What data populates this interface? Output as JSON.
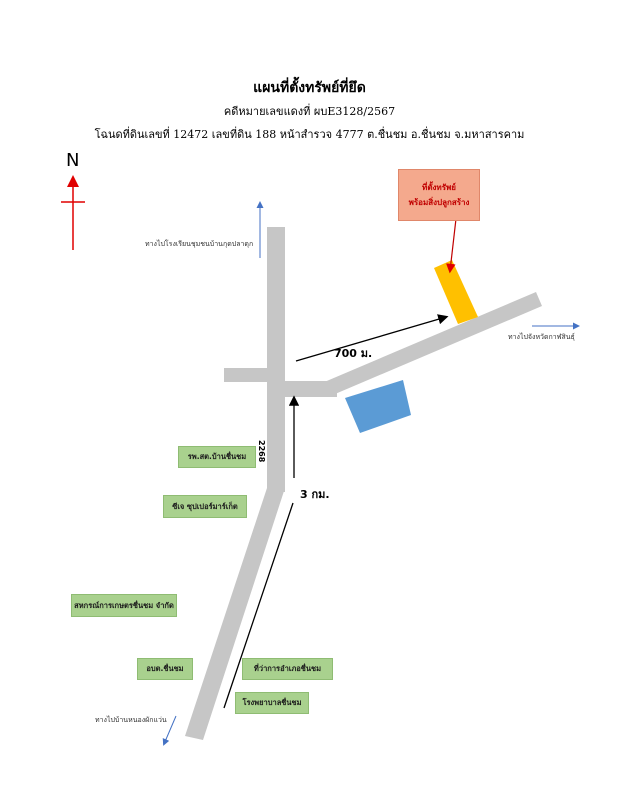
{
  "header": {
    "title": "แผนที่ตั้งทรัพย์ที่ยึด",
    "case_no": "คดีหมายเลขแดงที่ ผบE3128/2567",
    "deed": "โฉนดที่ดินเลขที่ 12472 เลขที่ดิน 188 หน้าสำรวจ 4777 ต.ชื่นชม อ.ชื่นชม จ.มหาสารคาม"
  },
  "compass": {
    "label": "N",
    "color": "#e00000"
  },
  "property_label": {
    "line1": "ที่ตั้งทรัพย์",
    "line2": "พร้อมสิ่งปลูกสร้าง"
  },
  "distances": {
    "east": "700 ม.",
    "north": "3 กม."
  },
  "road_number": "2268",
  "directions": {
    "north": "ทางไปโรงเรียนชุมชนบ้านกุดปลาดุก",
    "east": "ทางไปจังหวัดกาฬสินธุ์",
    "south": "ทางไปบ้านหนองผักแว่น"
  },
  "landmarks": {
    "hospital": "รพ.สต.บ้านชื่นชม",
    "supermarket": "ซีเจ ซุปเปอร์มาร์เก็ต",
    "cooperative": "สหกรณ์การเกษตรชื่นชม จำกัด",
    "sao": "อบต.ชื่นชม",
    "district_office": "ที่ว่าการอำเภอชื่นชม",
    "hospital_district": "โรงพยาบาลชื่นชม"
  },
  "colors": {
    "road": "#c6c6c6",
    "property": "#ffc000",
    "water": "#5b9bd5",
    "landmark": "#a9d18e",
    "label_box": "#f4a98d",
    "direction_arrow": "#4472c4"
  }
}
